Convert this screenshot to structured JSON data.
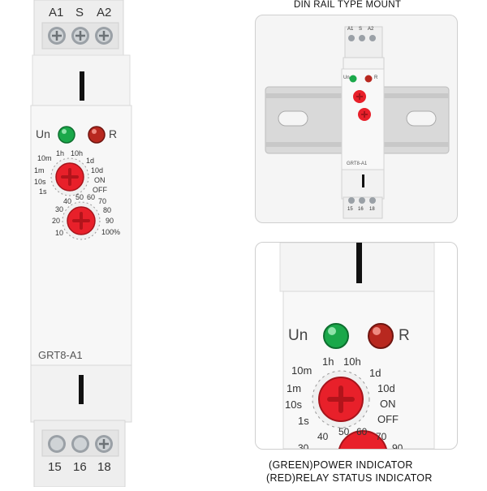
{
  "terminals_top": [
    "A1",
    "S",
    "A2"
  ],
  "terminals_bottom": [
    "15",
    "16",
    "18"
  ],
  "indicators": {
    "power": "Un",
    "relay": "R"
  },
  "time_range_dial": {
    "labels": [
      "1s",
      "10s",
      "1m",
      "10m",
      "1h",
      "10h",
      "1d",
      "10d",
      "ON",
      "OFF"
    ]
  },
  "percent_dial": {
    "labels": [
      "10",
      "20",
      "30",
      "40",
      "50",
      "60",
      "70",
      "80",
      "90",
      "100%"
    ]
  },
  "model": "GRT8-A1",
  "mount_title": "DIN RAIL TYPE MOUNT",
  "indicator_captions": {
    "green": "(GREEN)POWER INDICATOR",
    "red": "(RED)RELAY STATUS INDICATOR"
  },
  "colors": {
    "body": "#f2f2f2",
    "knob": "#e8202a",
    "led_green": "#1aa84a",
    "led_red": "#b8281f",
    "rail": "#d9d9d9"
  }
}
